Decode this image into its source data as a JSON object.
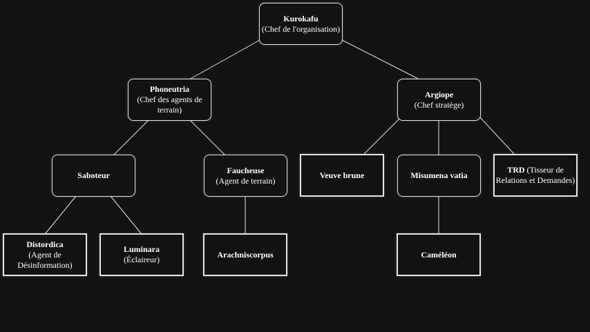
{
  "nodes": {
    "kurokafu": {
      "name": "Kurokafu",
      "role": "(Chef de l'organisation)"
    },
    "phoneutria": {
      "name": "Phoneutria",
      "role": "(Chef des agents de terrain)"
    },
    "argiope": {
      "name": "Argiope",
      "role": "(Chef stratège)"
    },
    "saboteur": {
      "name": "Saboteur",
      "role": ""
    },
    "faucheuse": {
      "name": "Faucheuse",
      "role": "(Agent de terrain)"
    },
    "veuve_brune": {
      "name": "Veuve brune",
      "role": ""
    },
    "misumena_vatia": {
      "name": "Misumena vatia",
      "role": ""
    },
    "trd": {
      "name": "TRD",
      "role": "(Tisseur de Relations et Demandes)"
    },
    "distordica": {
      "name": "Distordica",
      "role": "(Agent de Désinformation)"
    },
    "luminara": {
      "name": "Luminara",
      "role": "(Éclaireur)"
    },
    "arachniscorpus": {
      "name": "Arachniscorpus",
      "role": ""
    },
    "cameleon": {
      "name": "Caméléon",
      "role": ""
    }
  },
  "edges": [
    [
      "kurokafu",
      "phoneutria"
    ],
    [
      "kurokafu",
      "argiope"
    ],
    [
      "phoneutria",
      "saboteur"
    ],
    [
      "phoneutria",
      "faucheuse"
    ],
    [
      "argiope",
      "veuve_brune"
    ],
    [
      "argiope",
      "misumena_vatia"
    ],
    [
      "argiope",
      "trd"
    ],
    [
      "saboteur",
      "distordica"
    ],
    [
      "saboteur",
      "luminara"
    ],
    [
      "faucheuse",
      "arachniscorpus"
    ],
    [
      "misumena_vatia",
      "cameleon"
    ]
  ],
  "colors": {
    "background": "#121212",
    "line": "#e6e6e6",
    "text": "#ffffff"
  }
}
